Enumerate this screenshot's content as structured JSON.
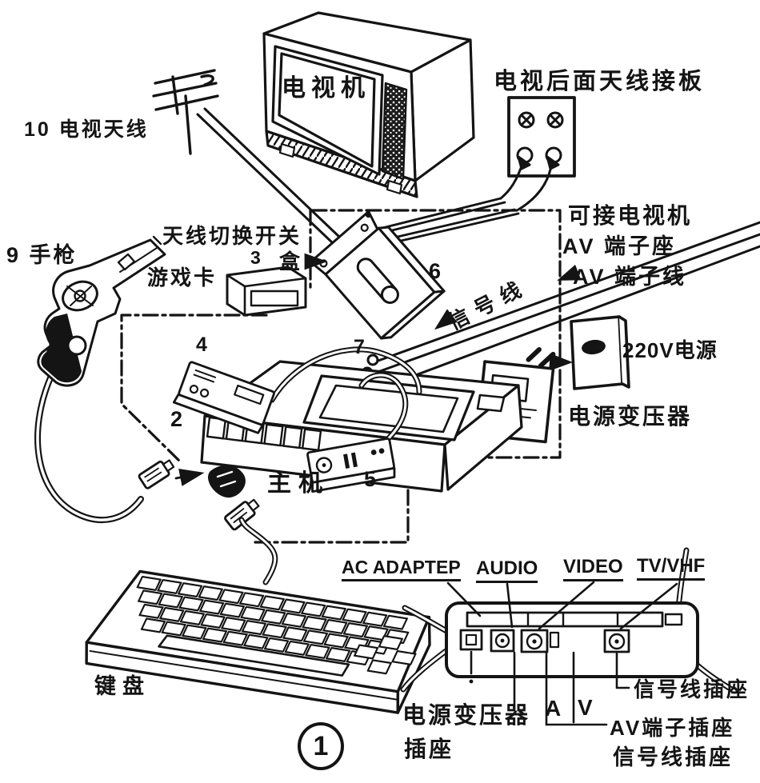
{
  "figure_number": "1",
  "parts": {
    "console_num": "2",
    "cartridge_num": "3",
    "controller_a_num": "4",
    "controller_b_num": "5",
    "switch_num": "6",
    "signal_num": "7",
    "gun_num": "9",
    "antenna_num": "10"
  },
  "labels": {
    "tv": "电视机",
    "tv_antenna": "电视天线",
    "tv_rear_terminal": "电视后面天线接板",
    "gun": "手枪",
    "switch_box_line1": "天线切换开关",
    "switch_box_line2": "盒",
    "game_cartridge": "游戏卡",
    "console": "主机",
    "signal_cable": "信号线",
    "tv_av_note_line1": "可接电视机",
    "tv_av_note_line2": "AV 端子座",
    "av_cable": "AV 端子线",
    "power_220v": "220V电源",
    "power_adapter": "电源变压器",
    "keyboard": "键盘"
  },
  "rear_panel": {
    "port_labels": [
      "AC ADAPTEP",
      "AUDIO",
      "VIDEO",
      "TV/VHF"
    ],
    "adapter_socket_line1": "电源变压器",
    "adapter_socket_line2": "插座",
    "audio_letter": "A",
    "video_letter": "V",
    "signal_socket": "信号线插座",
    "av_socket": "AV端子插座",
    "signal_socket2": "信号线插座"
  },
  "colors": {
    "ink": "#141414",
    "paper": "#ffffff"
  }
}
